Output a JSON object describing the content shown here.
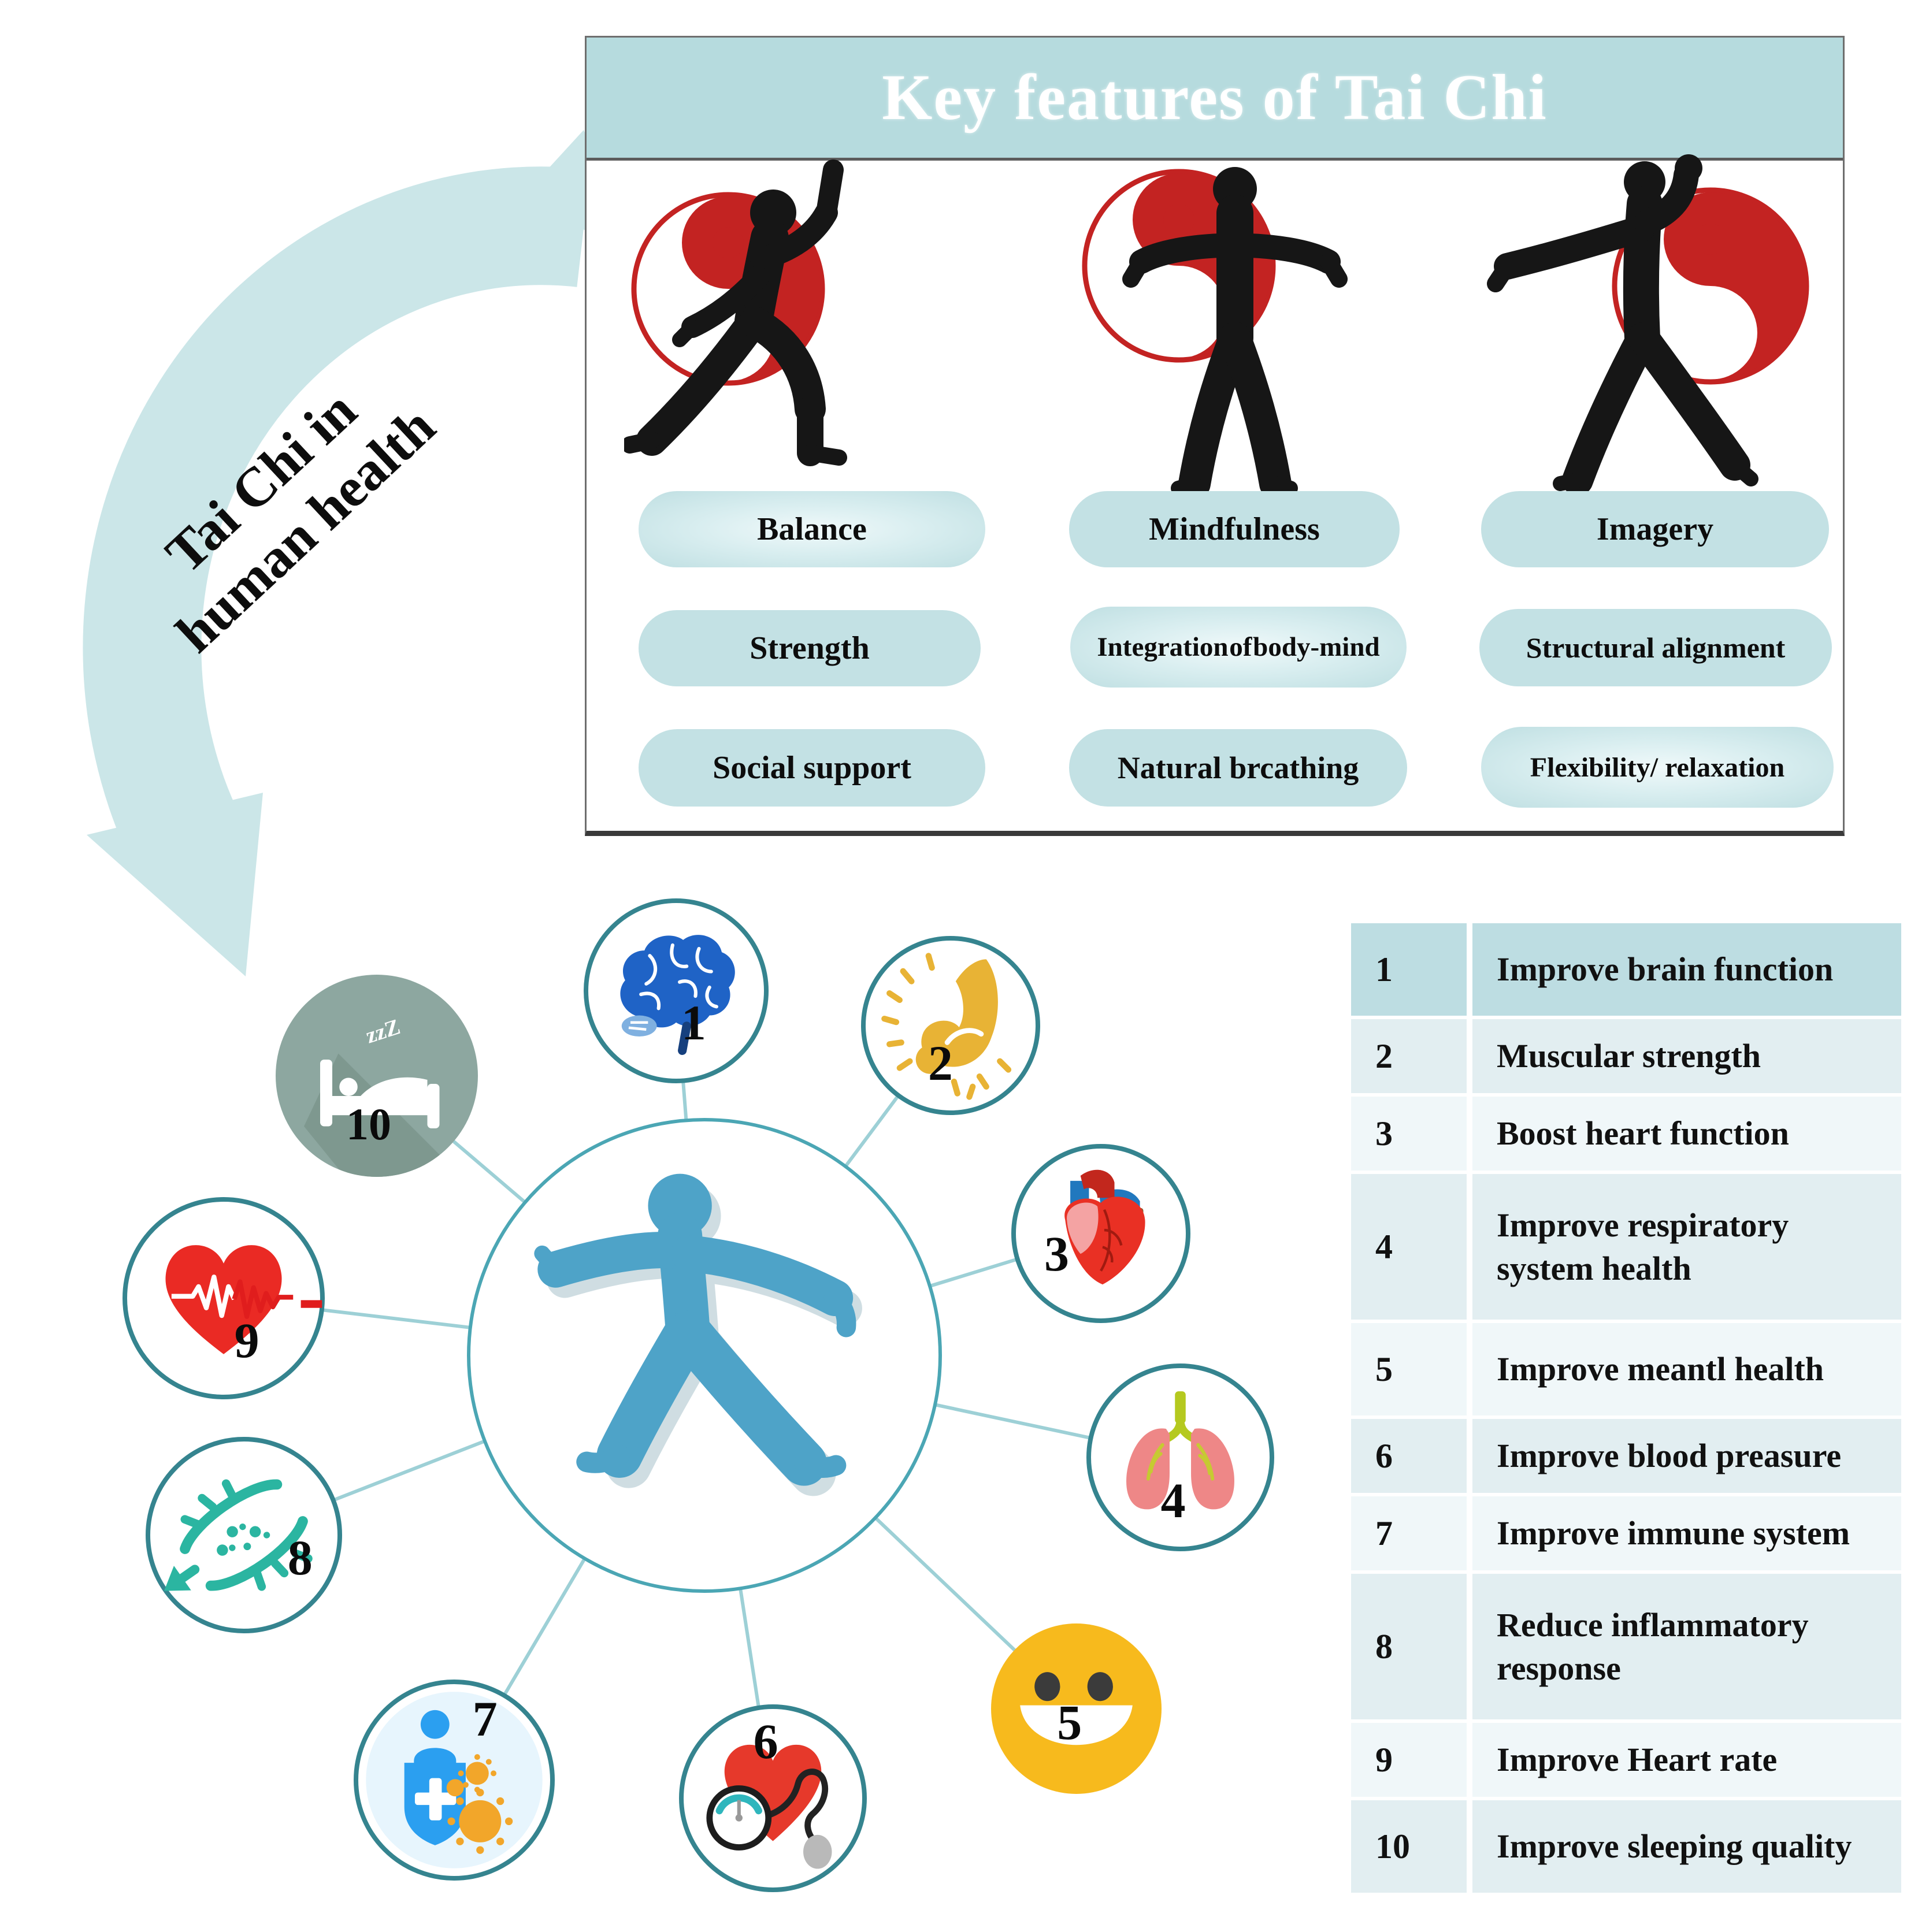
{
  "arrow": {
    "label_line1": "Tai Chi in",
    "label_line2": "human health",
    "color": "#cbe6e8"
  },
  "key_features": {
    "title": "Key features of Tai Chi",
    "header_bg": "#b6dbde",
    "title_color": "#ffffff",
    "figure_icons": [
      "taichi-pose-lunge",
      "taichi-pose-open-arms",
      "taichi-pose-raised-fist"
    ],
    "yinyang_red": "#c32322",
    "pills": [
      {
        "label": "Balance"
      },
      {
        "label": "Mindfulness"
      },
      {
        "label": "Imagery"
      },
      {
        "label": "Strength"
      },
      {
        "label": "Integration of body-mind"
      },
      {
        "label": "Structural alignment"
      },
      {
        "label": "Social support"
      },
      {
        "label": "Natural brcathing"
      },
      {
        "label": "Flexibility/ relaxation"
      }
    ]
  },
  "hub": {
    "center_icon": "taichi-figure",
    "sleep_z": "zzZ",
    "items": [
      {
        "num": "1",
        "icon": "brain-icon"
      },
      {
        "num": "2",
        "icon": "muscle-icon"
      },
      {
        "num": "3",
        "icon": "anatomical-heart-icon"
      },
      {
        "num": "4",
        "icon": "lungs-icon"
      },
      {
        "num": "5",
        "icon": "smiley-icon"
      },
      {
        "num": "6",
        "icon": "blood-pressure-heart-icon"
      },
      {
        "num": "7",
        "icon": "immune-shield-icon"
      },
      {
        "num": "8",
        "icon": "blood-vessel-icon"
      },
      {
        "num": "9",
        "icon": "heart-rate-icon"
      },
      {
        "num": "10",
        "icon": "sleep-bed-icon"
      }
    ]
  },
  "benefits_table": {
    "rows": [
      {
        "num": "1",
        "label": "Improve brain function"
      },
      {
        "num": "2",
        "label": "Muscular strength"
      },
      {
        "num": "3",
        "label": "Boost heart function"
      },
      {
        "num": "4",
        "label": "Improve respiratory system health"
      },
      {
        "num": "5",
        "label": "Improve meantl health"
      },
      {
        "num": "6",
        "label": "Improve blood preasure"
      },
      {
        "num": "7",
        "label": "Improve immune system"
      },
      {
        "num": "8",
        "label": "Reduce inflammatory response"
      },
      {
        "num": "9",
        "label": "Improve Heart rate"
      },
      {
        "num": "10",
        "label": "Improve sleeping quality"
      }
    ]
  },
  "colors": {
    "teal_border": "#35848f",
    "central_border": "#4ba6b4",
    "spoke": "#9dd0d6",
    "figure_blue": "#4ea3c8",
    "table_header_bg": "#bddde2",
    "table_row_med": "#e2eef1",
    "table_row_light": "#f0f7f9",
    "silhouette": "#161616"
  }
}
